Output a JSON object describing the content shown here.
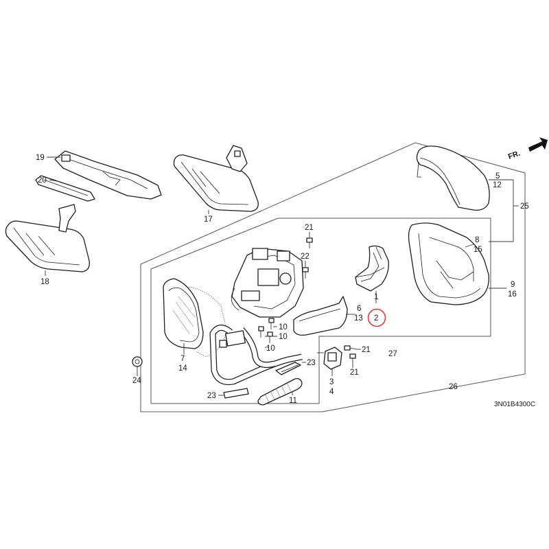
{
  "diagram": {
    "code": "3N01B4300C",
    "direction_label": "FR.",
    "callouts": {
      "c1": "1",
      "c2": "2",
      "c3": "3",
      "c4": "4",
      "c5": "5",
      "c6": "6",
      "c7": "7",
      "c8": "8",
      "c9": "9",
      "c10a": "10",
      "c10b": "10",
      "c10c": "10",
      "c11": "11",
      "c12": "12",
      "c13": "13",
      "c14": "14",
      "c15": "15",
      "c16": "16",
      "c17": "17",
      "c18": "18",
      "c19": "19",
      "c20": "20",
      "c21a": "21",
      "c21b": "21",
      "c21c": "21",
      "c22": "22",
      "c23a": "23",
      "c23b": "23",
      "c24": "24",
      "c25": "25",
      "c26": "26",
      "c27": "27"
    },
    "highlight": {
      "part": "2",
      "color": "#e53935"
    }
  }
}
